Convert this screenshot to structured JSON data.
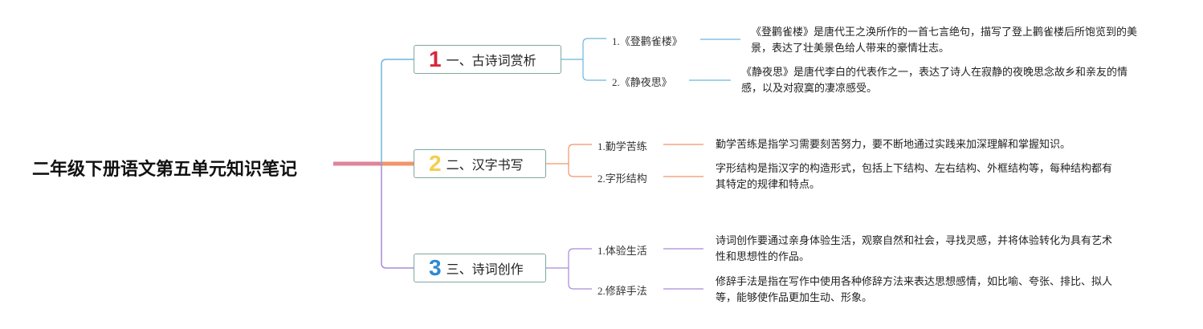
{
  "title": "二年级下册语文第五单元知识笔记",
  "colors": {
    "root_line": "#e0849a",
    "branch1": "#6bb7db",
    "branch2": "#f2946a",
    "branch3": "#a98ad6",
    "num1": "#d9263a",
    "num2": "#f2cf4d",
    "num3": "#2e8ad1"
  },
  "branches": [
    {
      "number": "1",
      "label": "一、古诗词赏析",
      "items": [
        {
          "label": "1.《登鹳雀楼》",
          "desc": "《登鹳雀楼》是唐代王之涣所作的一首七言绝句，描写了登上鹳雀楼后所饱览到的美景，表达了壮美景色给人带来的豪情壮志。"
        },
        {
          "label": "2.《静夜思》",
          "desc": "《静夜思》是唐代李白的代表作之一，表达了诗人在寂静的夜晚思念故乡和亲友的情感，以及对寂寞的凄凉感受。"
        }
      ]
    },
    {
      "number": "2",
      "label": "二、汉字书写",
      "items": [
        {
          "label": "1.勤学苦练",
          "desc": "勤学苦练是指学习需要刻苦努力，要不断地通过实践来加深理解和掌握知识。"
        },
        {
          "label": "2.字形结构",
          "desc": "字形结构是指汉字的构造形式，包括上下结构、左右结构、外框结构等，每种结构都有其特定的规律和特点。"
        }
      ]
    },
    {
      "number": "3",
      "label": "三、诗词创作",
      "items": [
        {
          "label": "1.体验生活",
          "desc": "诗词创作要通过亲身体验生活，观察自然和社会，寻找灵感，并将体验转化为具有艺术性和思想性的作品。"
        },
        {
          "label": "2.修辞手法",
          "desc": "修辞手法是指在写作中使用各种修辞方法来表达思想感情，如比喻、夸张、排比、拟人等，能够使作品更加生动、形象。"
        }
      ]
    }
  ]
}
